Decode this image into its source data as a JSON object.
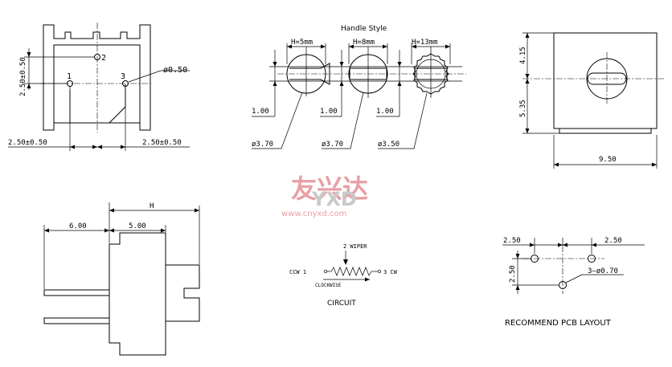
{
  "top_view": {
    "pin1": "1",
    "pin2": "2",
    "pin3": "3",
    "hole_dia": "ø0.50",
    "vert_dim": "2.50±0.50",
    "left_dim": "2.50±0.50",
    "right_dim": "2.50±0.50"
  },
  "handle_style": {
    "title": "Handle Style",
    "h5": "H=5mm",
    "h8": "H=8mm",
    "h13": "H=13mm",
    "slot1": "1.00",
    "slot2": "1.00",
    "slot3": "1.00",
    "dia1": "ø3.70",
    "dia2": "ø3.70",
    "dia3": "ø3.50"
  },
  "front_view": {
    "dim_top": "4.15",
    "dim_bottom": "5.35",
    "dim_width": "9.50"
  },
  "watermark": {
    "cn": "友兴达",
    "logo": "YXD",
    "url": "www.cnyxd.com"
  },
  "side_view": {
    "dim_h": "H",
    "dim_6": "6.00",
    "dim_5": "5.00"
  },
  "circuit": {
    "wiper": "2 WIPER",
    "ccw": "CCW 1",
    "cw": "3 CW",
    "clockwise": "CLOCKWISE",
    "title": "CIRCUIT"
  },
  "pcb_layout": {
    "dim_left": "2.50",
    "dim_right": "2.50",
    "dim_vert": "2.50",
    "hole": "3—ø0.70",
    "title": "RECOMMEND PCB LAYOUT"
  }
}
